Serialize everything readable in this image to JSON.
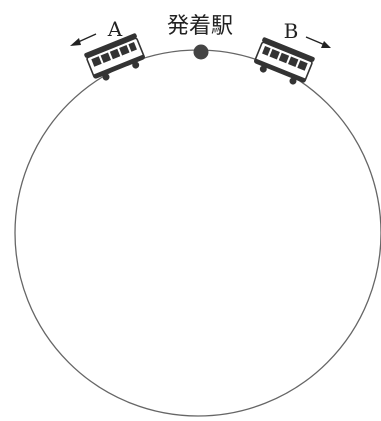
{
  "diagram": {
    "station_label": "発着駅",
    "train_a": {
      "label": "A",
      "direction": "counterclockwise"
    },
    "train_b": {
      "label": "B",
      "direction": "clockwise"
    },
    "colors": {
      "track": "#555555",
      "station_dot": "#444444",
      "train_body": "#333333",
      "text": "#222222"
    },
    "icons": [
      "train-a-icon",
      "train-b-icon",
      "station-dot",
      "arrow-left-icon",
      "arrow-right-icon"
    ]
  }
}
